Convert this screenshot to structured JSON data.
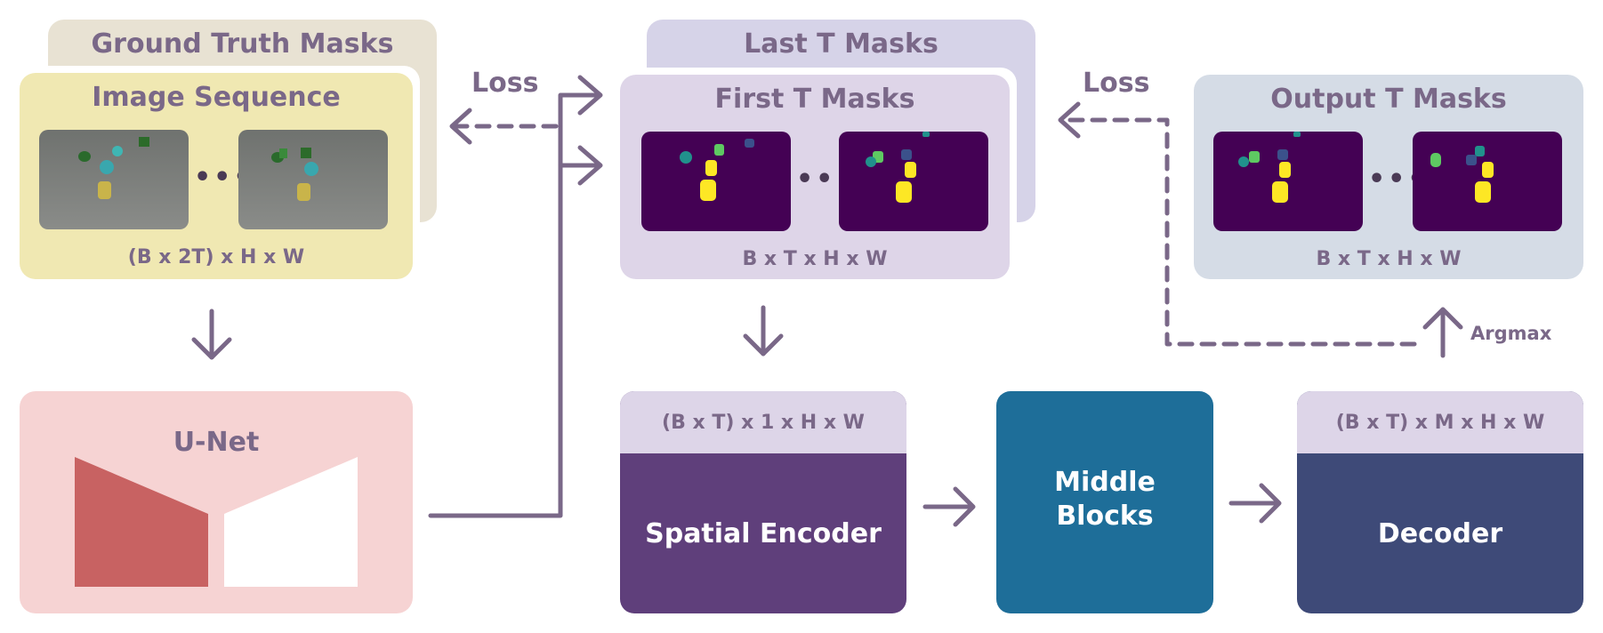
{
  "ground_truth": {
    "title": "Ground Truth Masks"
  },
  "image_sequence": {
    "title": "Image Sequence",
    "ellipsis": "•••",
    "dims": "(B x 2T) x H x W"
  },
  "last_masks": {
    "title": "Last T Masks"
  },
  "first_masks": {
    "title": "First T Masks",
    "ellipsis": "•••",
    "dims": "B x T x H x W"
  },
  "output_masks": {
    "title": "Output T Masks",
    "ellipsis": "•••",
    "dims": "B x T x H x W"
  },
  "unet": {
    "title": "U-Net"
  },
  "spatial_encoder": {
    "header": "(B x T) x 1 x H x W",
    "label": "Spatial Encoder"
  },
  "middle_blocks": {
    "label": "Middle Blocks"
  },
  "decoder": {
    "header": "(B x T) x M x H x W",
    "label": "Decoder"
  },
  "labels": {
    "loss_left": "Loss",
    "loss_right": "Loss",
    "argmax": "Argmax"
  },
  "colors": {
    "ground_truth_card": "#e8e2d3",
    "image_sequence_card": "#f0e8b2",
    "last_masks_card": "#d6d3e8",
    "first_masks_card": "#ded5e8",
    "output_masks_card": "#d5dce6",
    "unet_card": "#f6d3d3",
    "unet_shape": "#c86262",
    "spatial_encoder": "#5f3f7b",
    "middle_blocks": "#1e6e99",
    "decoder": "#3e4a78",
    "arrow": "#7a6888",
    "mask_bg": "#440154"
  }
}
